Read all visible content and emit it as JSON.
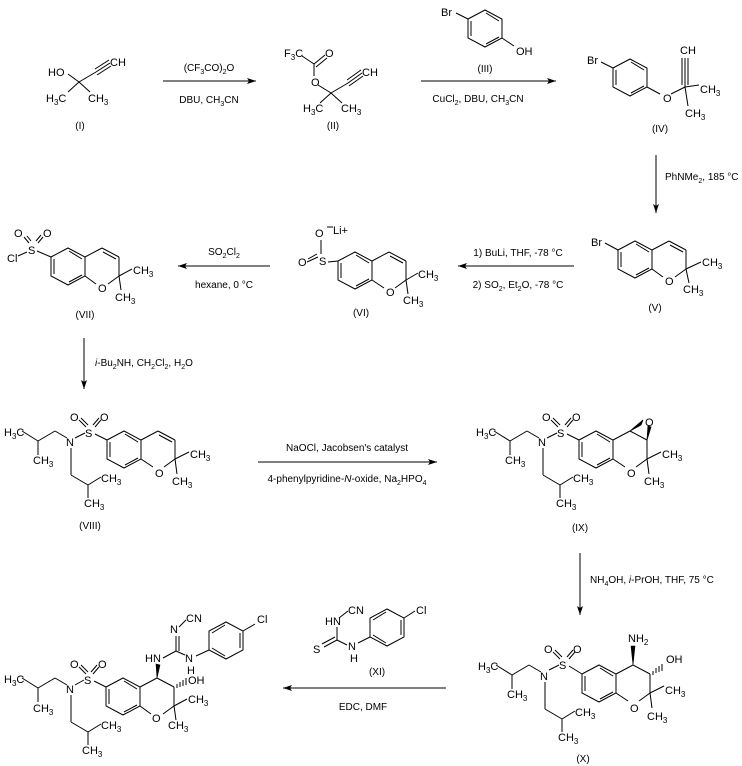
{
  "title": "Synthesis scheme of a chromane sulfonamide cyanoguanidine",
  "compounds": [
    {
      "id": "I",
      "label": "(I)",
      "atoms": {
        "ho": "HO",
        "ch": "CH",
        "me1": "H3C",
        "me2": "CH3"
      }
    },
    {
      "id": "II",
      "label": "(II)",
      "atoms": {
        "f3c": "F3C",
        "o_carbonyl": "O",
        "o_ester": "O",
        "ch": "CH",
        "me1": "H3C",
        "me2": "CH3"
      }
    },
    {
      "id": "III",
      "label": "(III)",
      "atoms": {
        "br": "Br",
        "oh": "OH"
      }
    },
    {
      "id": "IV",
      "label": "(IV)",
      "atoms": {
        "br": "Br",
        "o": "O",
        "ch": "CH",
        "me1": "CH3",
        "me2": "CH3"
      }
    },
    {
      "id": "V",
      "label": "(V)",
      "atoms": {
        "br": "Br",
        "o": "O",
        "me1": "CH3",
        "me2": "CH3"
      }
    },
    {
      "id": "VI",
      "label": "(VI)",
      "atoms": {
        "o_minus": "O",
        "li": "Li+",
        "o_double": "O",
        "s": "S",
        "o_ring": "O",
        "me1": "CH3",
        "me2": "CH3"
      }
    },
    {
      "id": "VII",
      "label": "(VII)",
      "atoms": {
        "o1": "O",
        "o2": "O",
        "s": "S",
        "cl": "Cl",
        "o_ring": "O",
        "me1": "CH3",
        "me2": "CH3"
      }
    },
    {
      "id": "VIII",
      "label": "(VIII)",
      "atoms": {
        "h3c": "H3C",
        "ch3a": "CH3",
        "n": "N",
        "o1": "O",
        "o2": "O",
        "s": "S",
        "ch3b": "CH3",
        "ch3c": "CH3",
        "o_ring": "O",
        "me1": "CH3",
        "me2": "CH3"
      }
    },
    {
      "id": "IX",
      "label": "(IX)",
      "atoms": {
        "h3c": "H3C",
        "ch3a": "CH3",
        "n": "N",
        "o1": "O",
        "o2": "O",
        "s": "S",
        "ch3b": "CH3",
        "ch3c": "CH3",
        "o_epoxide": "O",
        "o_ring": "O",
        "me1": "CH3",
        "me2": "CH3"
      }
    },
    {
      "id": "X",
      "label": "(X)",
      "atoms": {
        "h3c": "H3C",
        "ch3a": "CH3",
        "n": "N",
        "o1": "O",
        "o2": "O",
        "s": "S",
        "ch3b": "CH3",
        "ch3c": "CH3",
        "nh2": "NH2",
        "oh": "OH",
        "o_ring": "O",
        "me1": "CH3",
        "me2": "CH3"
      }
    },
    {
      "id": "XI",
      "label": "(XI)",
      "atoms": {
        "hn": "HN",
        "cn": "CN",
        "s": "S",
        "n": "N",
        "h": "H",
        "cl": "Cl"
      }
    },
    {
      "id": "final",
      "label": "",
      "atoms": {
        "h3c": "H3C",
        "ch3a": "CH3",
        "n": "N",
        "o1": "O",
        "o2": "O",
        "s": "S",
        "ch3b": "CH3",
        "ch3c": "CH3",
        "hn": "HN",
        "n_cn": "N",
        "cn": "CN",
        "nh": "N",
        "h": "H",
        "cl": "Cl",
        "oh": "OH",
        "o_ring": "O",
        "me1": "CH3",
        "me2": "CH3"
      }
    }
  ],
  "steps": [
    {
      "from": "I",
      "to": "II",
      "above": "(CF3CO)2O",
      "below": "DBU, CH3CN"
    },
    {
      "from": "II",
      "to": "IV",
      "above": "(III)",
      "below": "CuCl2, DBU, CH3CN"
    },
    {
      "from": "IV",
      "to": "V",
      "side": "PhNMe2, 185 °C"
    },
    {
      "from": "V",
      "to": "VI",
      "above": "1) BuLi, THF, -78 °C",
      "below": "2) SO2, Et2O, -78 °C"
    },
    {
      "from": "VI",
      "to": "VII",
      "above": "SO2Cl2",
      "below": "hexane, 0 °C"
    },
    {
      "from": "VII",
      "to": "VIII",
      "side": "i-Bu2NH, CH2Cl2, H2O"
    },
    {
      "from": "VIII",
      "to": "IX",
      "above": "NaOCl, Jacobsen's catalyst",
      "below": "4-phenylpyridine-N-oxide, Na2HPO4"
    },
    {
      "from": "IX",
      "to": "X",
      "side": "NH4OH, i-PrOH, THF, 75 °C"
    },
    {
      "from": "X",
      "to": "final",
      "above": "(XI)",
      "below": "EDC, DMF"
    }
  ],
  "text": {
    "s1_above_a": "(CF",
    "s1_above_b": "3",
    "s1_above_c": "CO)",
    "s1_above_d": "2",
    "s1_above_e": "O",
    "s1_below_a": "DBU, CH",
    "s1_below_b": "3",
    "s1_below_c": "CN",
    "s2_below_a": "CuCl",
    "s2_below_b": "2",
    "s2_below_c": ", DBU, CH",
    "s2_below_d": "3",
    "s2_below_e": "CN",
    "s3_a": "PhNMe",
    "s3_b": "2",
    "s3_c": ", 185 °C",
    "s4_above": "1) BuLi, THF, -78 °C",
    "s4_below_a": "2) SO",
    "s4_below_b": "2",
    "s4_below_c": ", Et",
    "s4_below_d": "2",
    "s4_below_e": "O, -78 °C",
    "s5_above_a": "SO",
    "s5_above_b": "2",
    "s5_above_c": "Cl",
    "s5_above_d": "2",
    "s5_below": "hexane, 0 °C",
    "s6_a": "i",
    "s6_b": "-Bu",
    "s6_c": "2",
    "s6_d": "NH, CH",
    "s6_e": "2",
    "s6_f": "Cl",
    "s6_g": "2",
    "s6_h": ", H",
    "s6_i": "2",
    "s6_j": "O",
    "s7_above": "NaOCl, Jacobsen's catalyst",
    "s7_below_a": "4-phenylpyridine-",
    "s7_below_b": "N",
    "s7_below_c": "-oxide, Na",
    "s7_below_d": "2",
    "s7_below_e": "HPO",
    "s7_below_f": "4",
    "s8_a": "NH",
    "s8_b": "4",
    "s8_c": "OH, ",
    "s8_d": "i",
    "s8_e": "-PrOH, THF, 75 °C",
    "s9_below": "EDC, DMF"
  }
}
